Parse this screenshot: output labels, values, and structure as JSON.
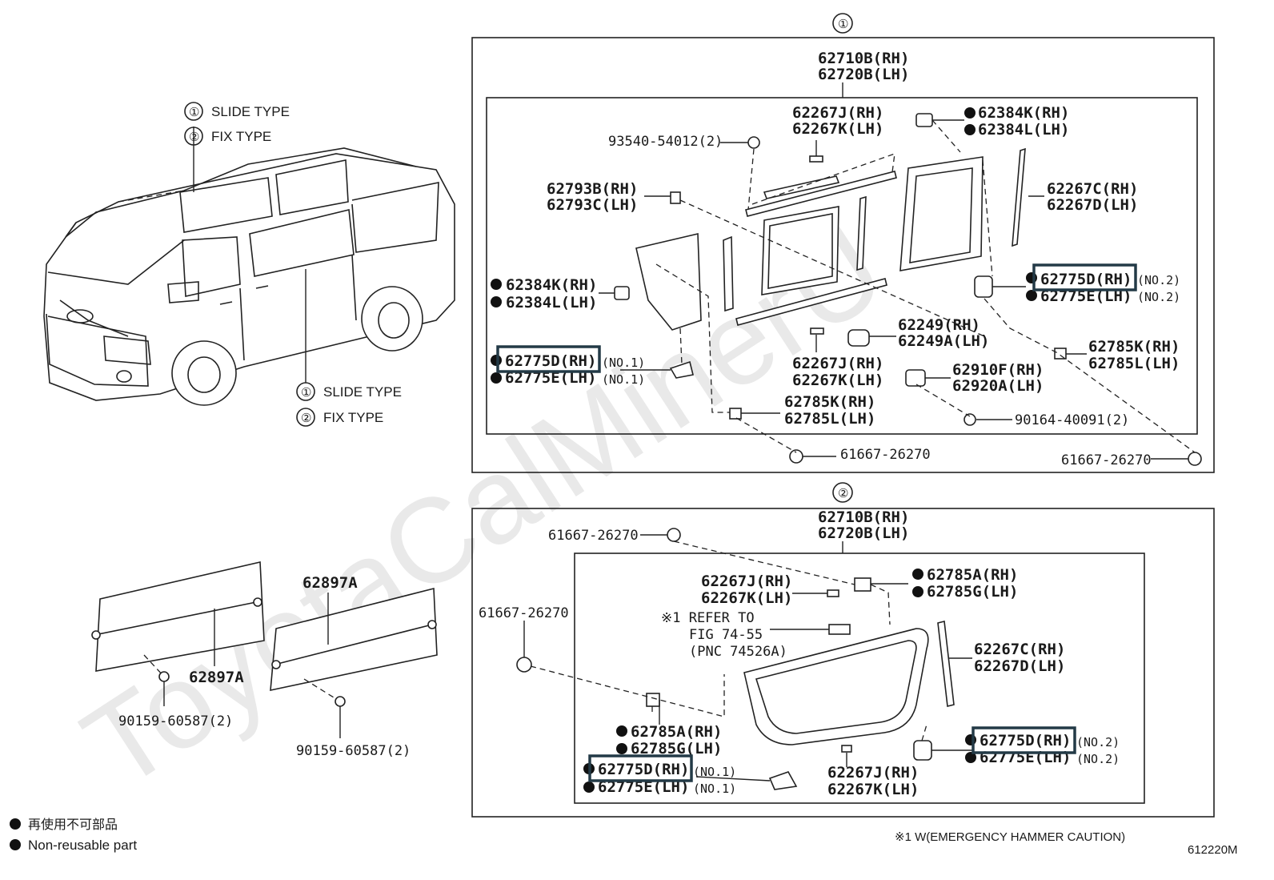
{
  "watermark": "ToyotaCalMinerU",
  "views": {
    "slide": "①",
    "fix": "②"
  },
  "legend_top": [
    {
      "num": "①",
      "label": "SLIDE TYPE"
    },
    {
      "num": "②",
      "label": "FIX TYPE"
    }
  ],
  "legend_mid": [
    {
      "num": "①",
      "label": "SLIDE TYPE"
    },
    {
      "num": "②",
      "label": "FIX TYPE"
    }
  ],
  "bottom_left_parts": {
    "p62897a_1": "62897A",
    "p62897a_2": "62897A",
    "bolt_1": "90159-60587(2)",
    "bolt_2": "90159-60587(2)"
  },
  "slide": {
    "assy_rh": "62710B(RH)",
    "assy_lh": "62720B(LH)",
    "p62267j_top": "62267J(RH)",
    "p62267k_top": "62267K(LH)",
    "p62384k_top": "62384K(RH)",
    "p62384l_top": "62384L(LH)",
    "screw_93540": "93540-54012(2)",
    "p62793b": "62793B(RH)",
    "p62793c": "62793C(LH)",
    "p62267c": "62267C(RH)",
    "p62267d": "62267D(LH)",
    "p62384k_left": "62384K(RH)",
    "p62384l_left": "62384L(LH)",
    "p62775d_right": "62775D(RH)",
    "no2_a": "(NO.2)",
    "p62775e_right": "62775E(LH)",
    "no2_b": "(NO.2)",
    "p62249": "62249(RH)",
    "p62249a": "62249A(LH)",
    "p62775d_left": "62775D(RH)",
    "no1_a": "(NO.1)",
    "p62775e_left": "62775E(LH)",
    "no1_b": "(NO.1)",
    "p62267j_mid": "62267J(RH)",
    "p62267k_mid": "62267K(LH)",
    "p62910f": "62910F(RH)",
    "p62920a": "62920A(LH)",
    "p62785k_right": "62785K(RH)",
    "p62785l_right": "62785L(LH)",
    "p62785k_mid": "62785K(RH)",
    "p62785l_mid": "62785L(LH)",
    "screw_90164": "90164-40091(2)",
    "clip_1": "61667-26270",
    "clip_2": "61667-26270"
  },
  "fix": {
    "assy_rh": "62710B(RH)",
    "assy_lh": "62720B(LH)",
    "clip_top": "61667-26270",
    "clip_left": "61667-26270",
    "p62267j_top": "62267J(RH)",
    "p62267k_top": "62267K(LH)",
    "p62785a_top": "62785A(RH)",
    "p62785g_top": "62785G(LH)",
    "refer_1": "※1 REFER TO",
    "refer_2": "FIG 74-55",
    "refer_3": "(PNC 74526A)",
    "p62267c": "62267C(RH)",
    "p62267d": "62267D(LH)",
    "p62785a_left": "62785A(RH)",
    "p62785g_left": "62785G(LH)",
    "p62775d_left": "62775D(RH)",
    "no1_a": "(NO.1)",
    "p62775e_left": "62775E(LH)",
    "no1_b": "(NO.1)",
    "p62267j_bot": "62267J(RH)",
    "p62267k_bot": "62267K(LH)",
    "p62775d_right": "62775D(RH)",
    "no2_a": "(NO.2)",
    "p62775e_right": "62775E(LH)",
    "no2_b": "(NO.2)"
  },
  "footnote": "※1 W(EMERGENCY HAMMER CAUTION)",
  "key_jp": "再使用不可部品",
  "key_en": "Non-reusable part",
  "figure_code": "612220M"
}
